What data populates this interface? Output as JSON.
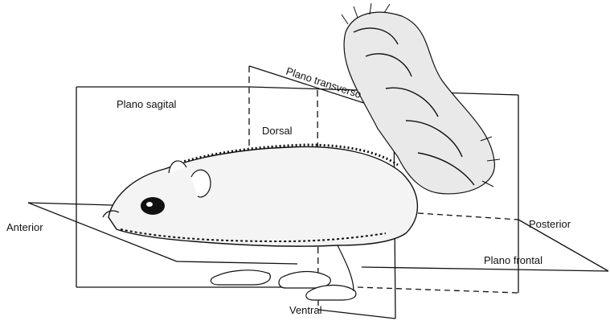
{
  "labels": {
    "sagittal_plane": "Plano sagital",
    "transverse_plane": "Plano transverso",
    "frontal_plane": "Plano frontal",
    "dorsal": "Dorsal",
    "ventral": "Ventral",
    "anterior": "Anterior",
    "posterior": "Posterior"
  },
  "colors": {
    "line": "#111111",
    "background": "#ffffff"
  }
}
